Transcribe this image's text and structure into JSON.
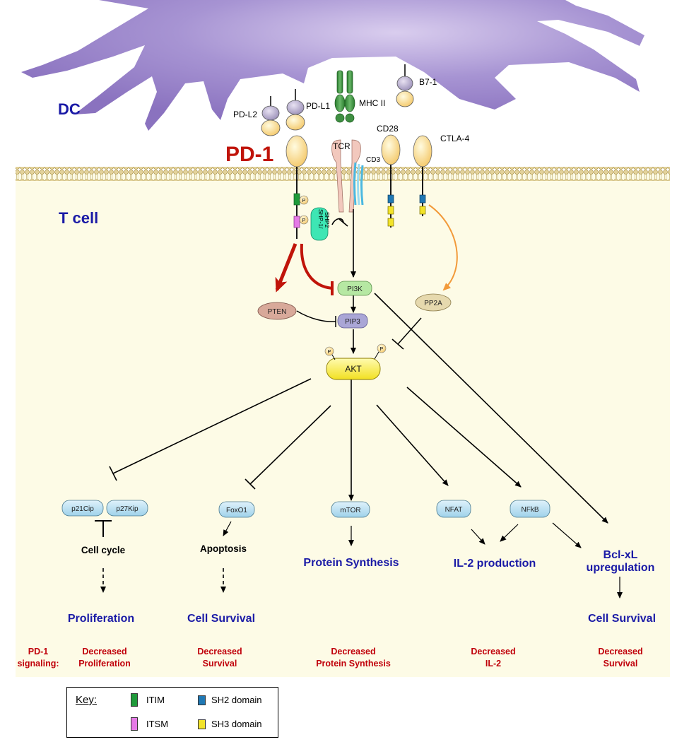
{
  "labels": {
    "dc": "DC",
    "t_cell": "T cell",
    "pd1": "PD-1",
    "pd_l2": "PD-L2",
    "pd_l1": "PD-L1",
    "mhc_ii": "MHC II",
    "b7_1": "B7-1",
    "tcr": "TCR",
    "cd3": "CD3",
    "cd28": "CD28",
    "ctla4": "CTLA-4",
    "shp_1": "SHP-1/",
    "shp_2": "SHP2",
    "p": "P"
  },
  "nodes": {
    "pi3k": "PI3K",
    "pip3": "PIP3",
    "pten": "PTEN",
    "pp2a": "PP2A",
    "akt": "AKT",
    "p21": "p21Cip",
    "p27": "p27Kip",
    "foxo1": "FoxO1",
    "mtor": "mTOR",
    "nfat": "NFAT",
    "nfkb": "NFkB"
  },
  "processes": {
    "cell_cycle": "Cell cycle",
    "apoptosis": "Apoptosis",
    "proliferation": "Proliferation",
    "cell_survival_1": "Cell Survival",
    "protein_synthesis": "Protein Synthesis",
    "il2_production": "IL-2 production",
    "bclxl_1": "Bcl-xL",
    "bclxl_2": "upregulation",
    "cell_survival_2": "Cell Survival"
  },
  "signaling": {
    "row_label_1": "PD-1",
    "row_label_2": "signaling:",
    "outcomes": [
      {
        "line1": "Decreased",
        "line2": "Proliferation"
      },
      {
        "line1": "Decreased",
        "line2": "Survival"
      },
      {
        "line1": "Decreased",
        "line2": "Protein Synthesis"
      },
      {
        "line1": "Decreased",
        "line2": "IL-2"
      },
      {
        "line1": "Decreased",
        "line2": "Survival"
      }
    ]
  },
  "key": {
    "title": "Key:",
    "itim": "ITIM",
    "itsm": "ITSM",
    "sh2": "SH2 domain",
    "sh3": "SH3 domain"
  },
  "colors": {
    "dc_purple": "#9b86c6",
    "membrane_bg": "#fdfbe6",
    "inhibit_red": "#c0140a",
    "ctla_orange": "#f29a3a",
    "node_blue": "#b7dff0",
    "itim": "#1f9a3a",
    "itsm": "#e57ae6",
    "sh2": "#1f78b4",
    "sh3": "#f2e32a"
  }
}
